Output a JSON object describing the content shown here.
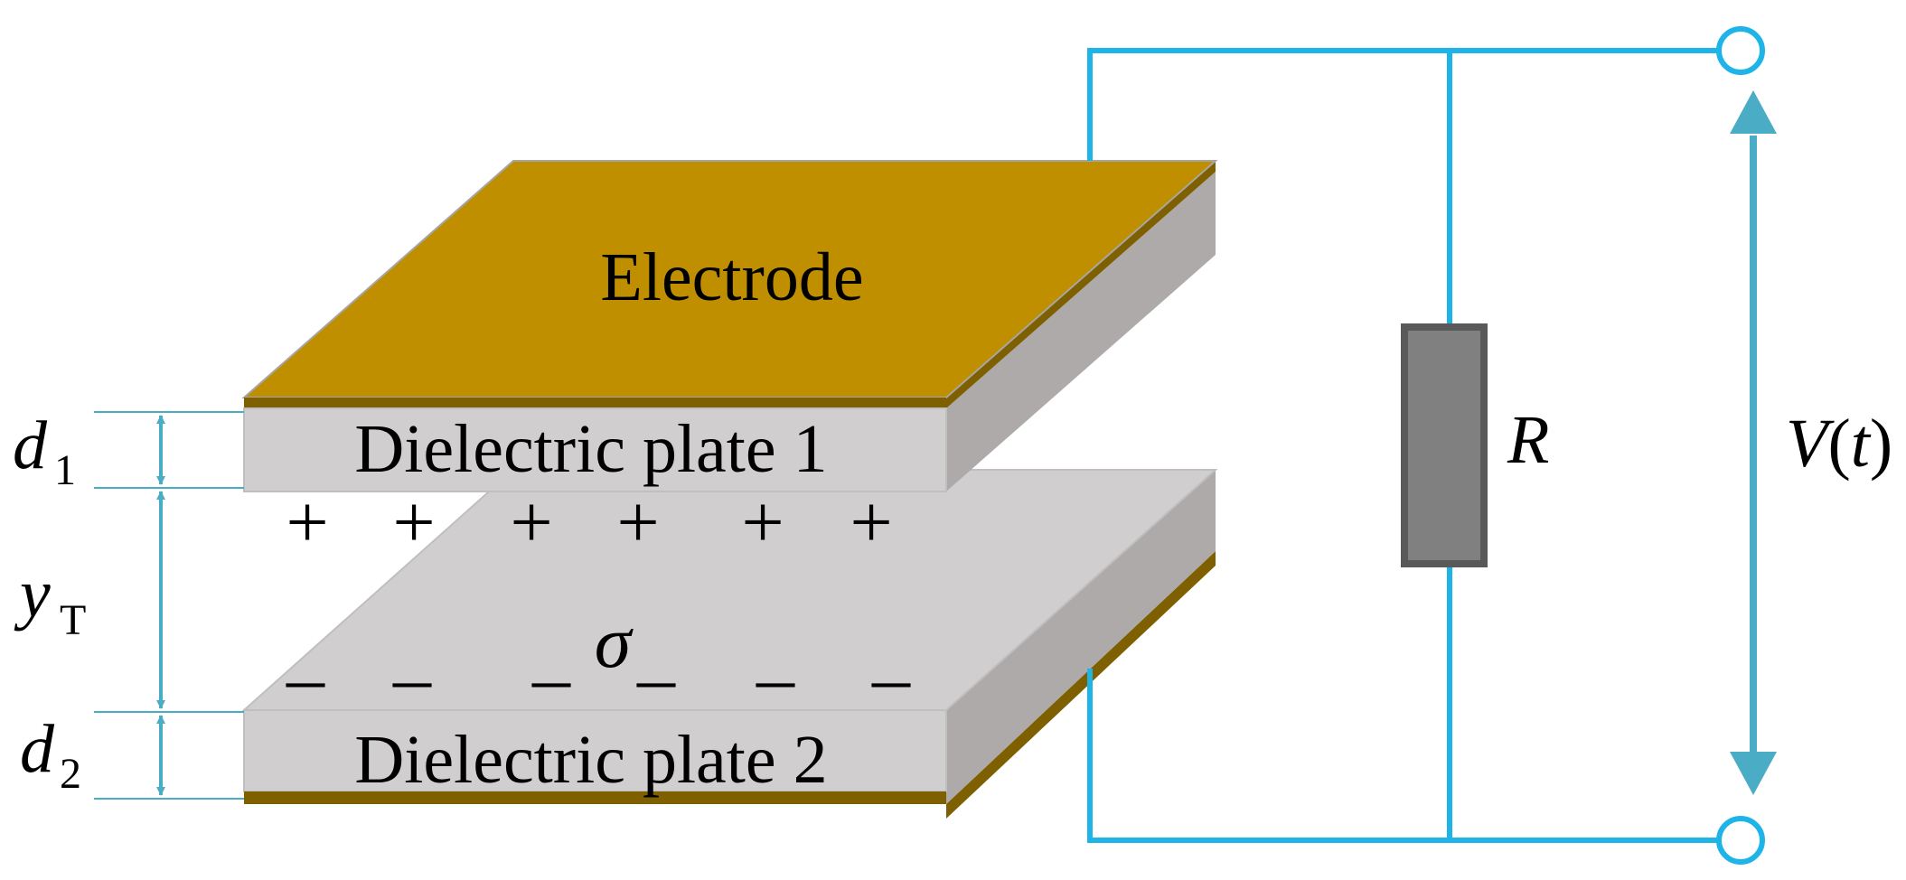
{
  "labels": {
    "electrode": "Electrode",
    "plate1": "Dielectric plate 1",
    "plate2": "Dielectric plate 2",
    "sigma": "σ",
    "resistor": "R",
    "voltage_main": "V",
    "voltage_open": "(",
    "voltage_arg": "t",
    "voltage_close": ")",
    "d1_main": "d",
    "d1_sub": "1",
    "d2_main": "d",
    "d2_sub": "2",
    "yt_main": "y",
    "yt_sub": "T"
  },
  "charges": {
    "positive": [
      "+",
      "+",
      "+",
      "+",
      "+",
      "+"
    ],
    "negative": [
      "–",
      "–",
      "–",
      "–",
      "–",
      "–"
    ]
  },
  "colors": {
    "electrode_top": "#BF8F00",
    "electrode_edge": "#7F6000",
    "dielectric_front": "#D0CECE",
    "dielectric_side": "#AEAAAA",
    "dielectric_top": "#D0CECE",
    "wire": "#1EB4E8",
    "dimension": "#4BACC6",
    "resistor_fill": "#808080",
    "resistor_stroke": "#595959"
  }
}
